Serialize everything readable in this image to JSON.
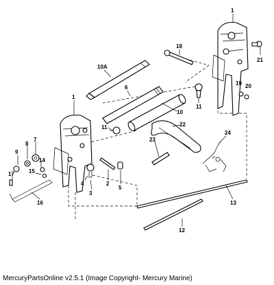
{
  "caption": "MercuryPartsOnline v2.5.1 (Image Copyright- Mercury Marine)",
  "callouts": {
    "c1_top": "1",
    "c18": "18",
    "c21": "21",
    "c10a": "10A",
    "c6": "6",
    "c11_right": "11",
    "c19": "19",
    "c20": "20",
    "c1_mid": "1",
    "c10": "10",
    "c11_left": "11",
    "c22": "22",
    "c23": "23",
    "c24": "24",
    "c9": "9",
    "c8": "8",
    "c7": "7",
    "c14": "14",
    "c15": "15",
    "c17": "17",
    "c4": "4",
    "c3": "3",
    "c2": "2",
    "c5": "5",
    "c16": "16",
    "c13": "13",
    "c12": "12"
  }
}
